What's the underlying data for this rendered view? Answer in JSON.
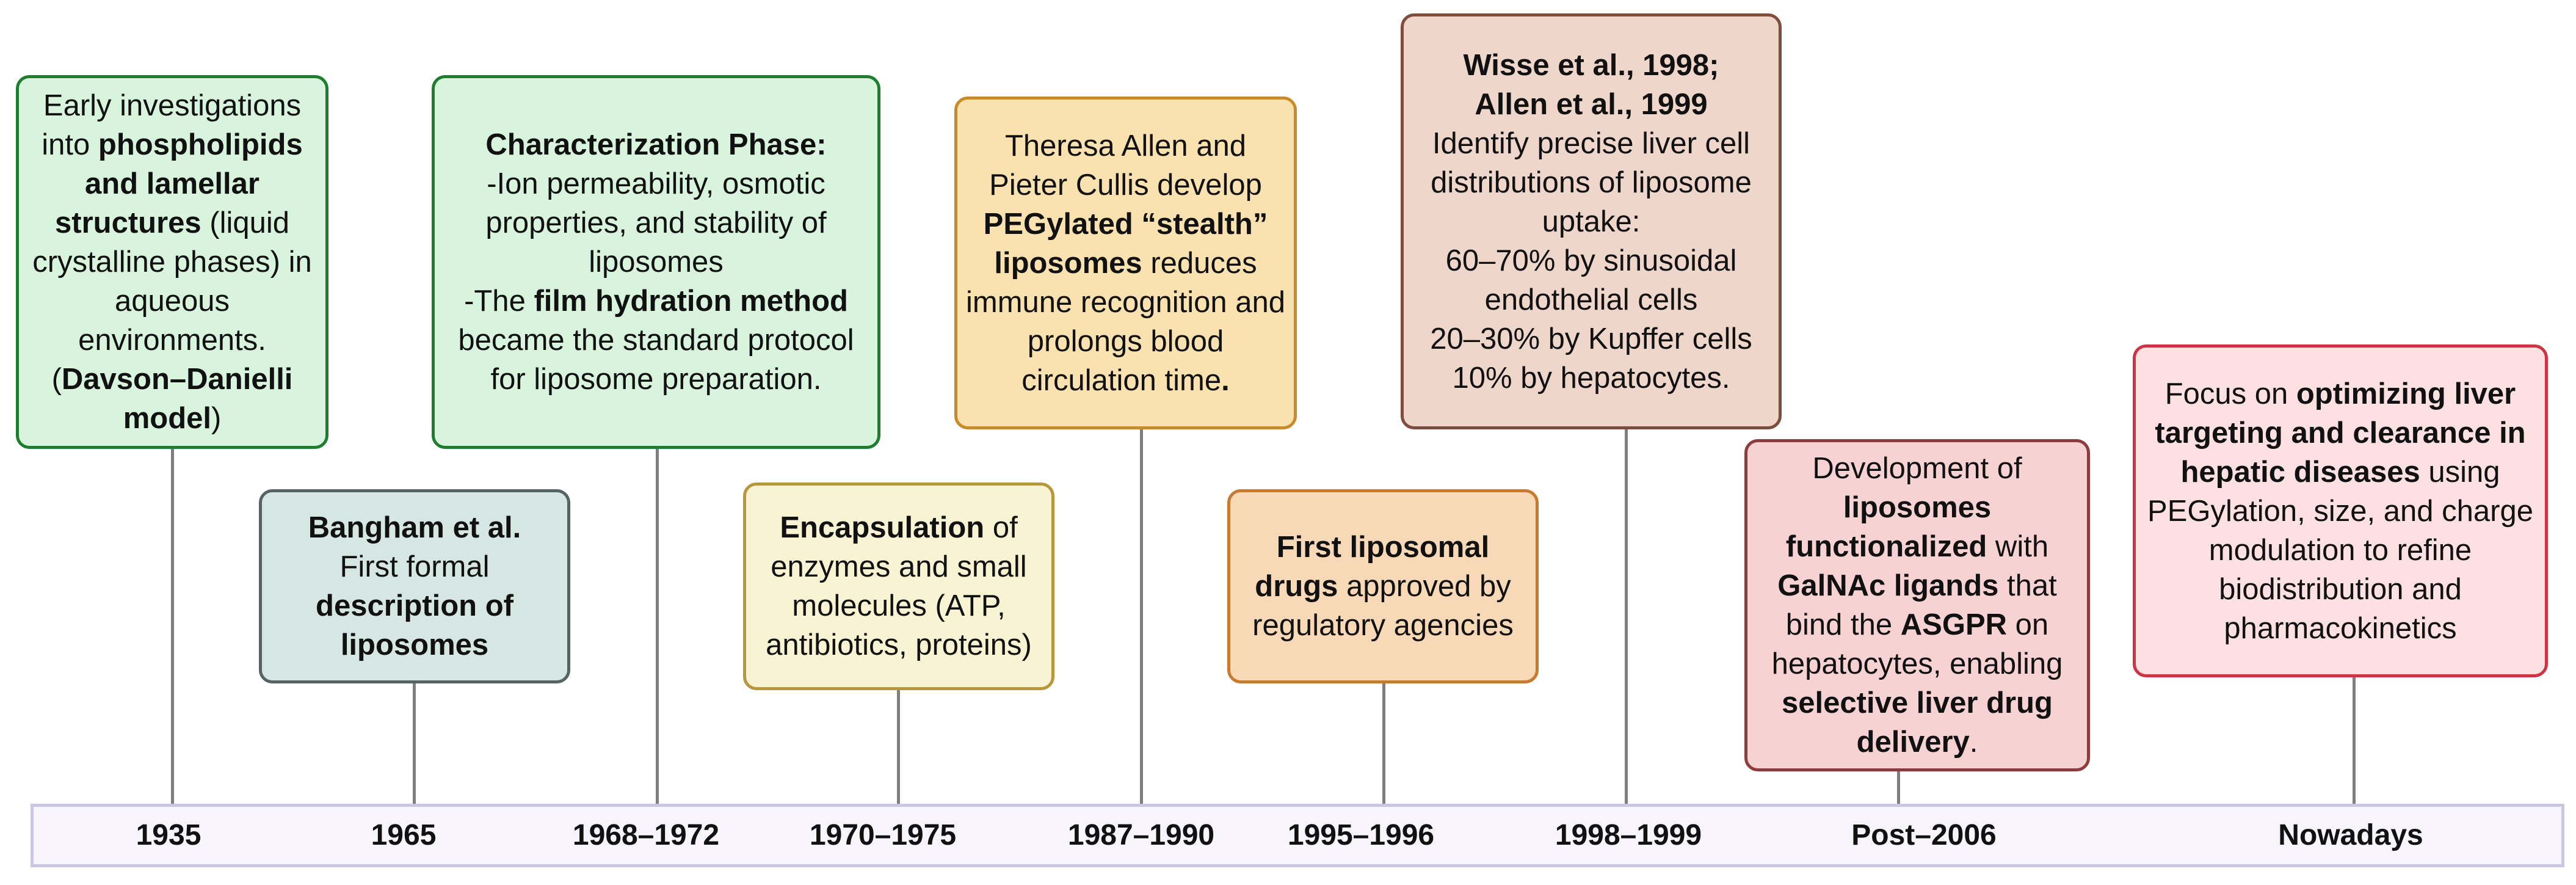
{
  "colors": {
    "green_fill": "#d8f4dc",
    "green_border": "#1e7e2e",
    "slate_fill": "#d5e6e3",
    "slate_border": "#536463",
    "cream_fill": "#f7f3d3",
    "cream_border": "#b8963a",
    "yellow_fill": "#f9e2b0",
    "yellow_border": "#c98a2a",
    "orange_fill": "#f7d9b7",
    "orange_border": "#c87a2e",
    "taupe_fill": "#efd6ca",
    "taupe_border": "#7f4d3b",
    "rose_fill": "#f6d2d3",
    "rose_border": "#8e3b3b",
    "pink_fill": "#fde1e2",
    "pink_border": "#cc3444",
    "axis_fill": "#f7f4fc",
    "axis_border": "#c9c6e6",
    "stem": "#7f7f7f"
  },
  "timeline": {
    "years": [
      "1935",
      "1965",
      "1968–1972",
      "1970–1975",
      "1987–1990",
      "1995–1996",
      "1998–1999",
      "Post–2006",
      "Nowadays"
    ]
  },
  "events": {
    "e1935": {
      "p1": "Early investigations into ",
      "b1": "phospholipids and lamellar structures",
      "p2": " (liquid crystalline phases) in aqueous environments. (",
      "b2": "Davson–Danielli model",
      "p3": ")"
    },
    "e1965": {
      "b1": "Bangham et al.",
      "p1": "First formal ",
      "b2": "description of liposomes"
    },
    "e1968": {
      "b1": "Characterization Phase:",
      "l1": "-Ion permeability, osmotic properties, and stability of liposomes",
      "p1": "-The ",
      "b2": "film hydration method",
      "p2": " became the standard protocol for liposome preparation."
    },
    "e1970": {
      "b1": "Encapsulation",
      "p1": " of enzymes and small molecules (ATP, antibiotics, proteins)"
    },
    "e1987": {
      "p1": "Theresa Allen and Pieter Cullis  develop ",
      "b1": "PEGylated “stealth” liposomes",
      "p2": " reduces immune recognition and prolongs blood circulation time",
      "b2": "."
    },
    "e1995": {
      "b1": "First liposomal drugs",
      "p1": " approved by regulatory agencies"
    },
    "e1998": {
      "b1": "Wisse et al., 1998;",
      "b2": "Allen et al., 1999",
      "p1": "Identify precise liver cell distributions of liposome uptake:",
      "l1": "60–70% by sinusoidal endothelial cells",
      "l2": "20–30% by Kupffer cells",
      "l3": "10% by hepatocytes."
    },
    "e2006": {
      "p1": "Development of ",
      "b1": "liposomes functionalized",
      "p2": " with ",
      "b2": "GalNAc ligands",
      "p3": " that bind the ",
      "b3": "ASGPR",
      "p4": " on hepatocytes, enabling ",
      "b4": "selective liver drug delivery",
      "p5": "."
    },
    "enow": {
      "p1": "Focus on ",
      "b1": "optimizing liver targeting and clearance in hepatic diseases",
      "p2": " using PEGylation, size, and charge modulation to refine biodistribution and pharmacokinetics"
    }
  }
}
